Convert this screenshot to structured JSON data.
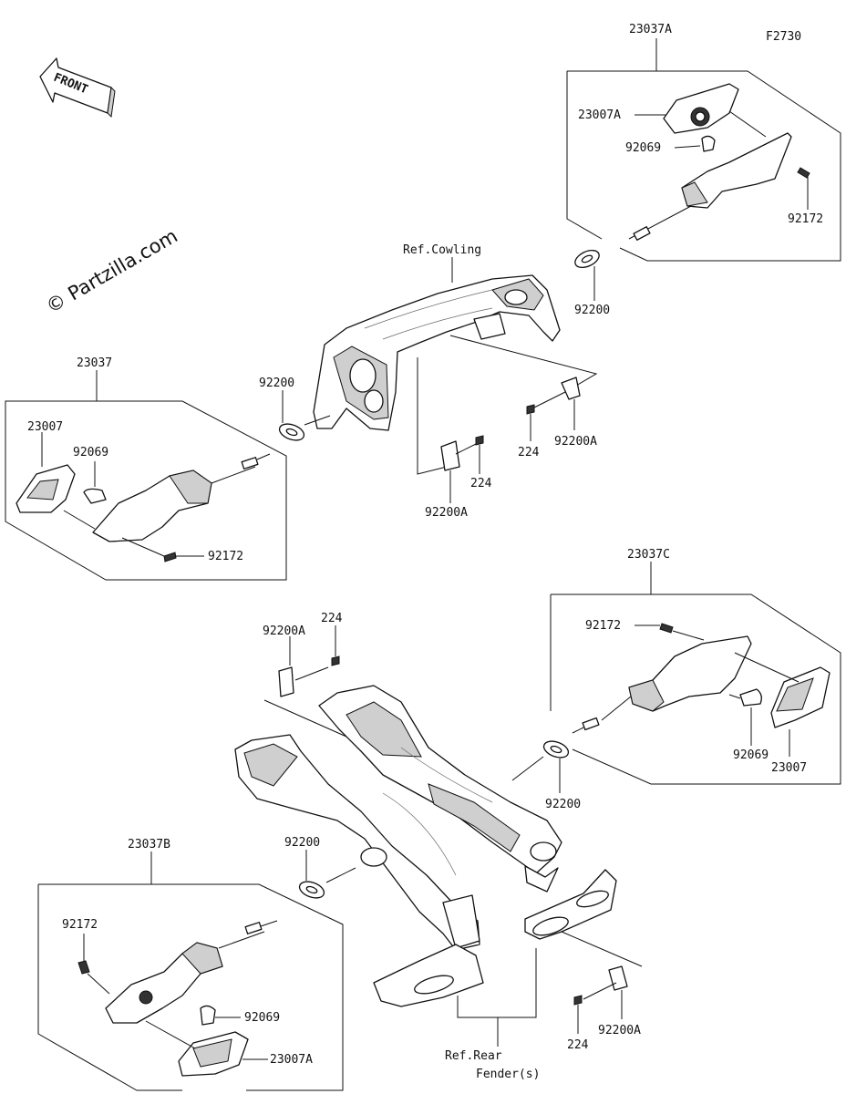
{
  "figure_code": "F2730",
  "watermark": "© Partzilla.com",
  "front_arrow_label": "FRONT",
  "labels": {
    "a_assembly": "23037A",
    "a_lens": "23007A",
    "a_bulb": "92069",
    "a_screw": "92172",
    "a_grommet": "92200",
    "cowling_ref": "Ref.Cowling",
    "fl_assembly": "23037",
    "fl_lens": "23007",
    "fl_bulb": "92069",
    "fl_screw": "92172",
    "fl_grommet": "92200",
    "plate_right": "92200A",
    "bolt_right": "224",
    "plate_center": "92200A",
    "bolt_center": "224",
    "rl_plate": "92200A",
    "rl_bolt": "224",
    "c_assembly": "23037C",
    "c_screw": "92172",
    "c_bulb": "92069",
    "c_lens": "23007",
    "c_grommet": "92200",
    "b_assembly": "23037B",
    "b_screw": "92172",
    "b_grommet": "92200",
    "b_bulb": "92069",
    "b_lens": "23007A",
    "rr_bolt": "224",
    "rr_plate": "92200A",
    "fender_ref_line1": "Ref.Rear",
    "fender_ref_line2": "Fender(s)"
  }
}
